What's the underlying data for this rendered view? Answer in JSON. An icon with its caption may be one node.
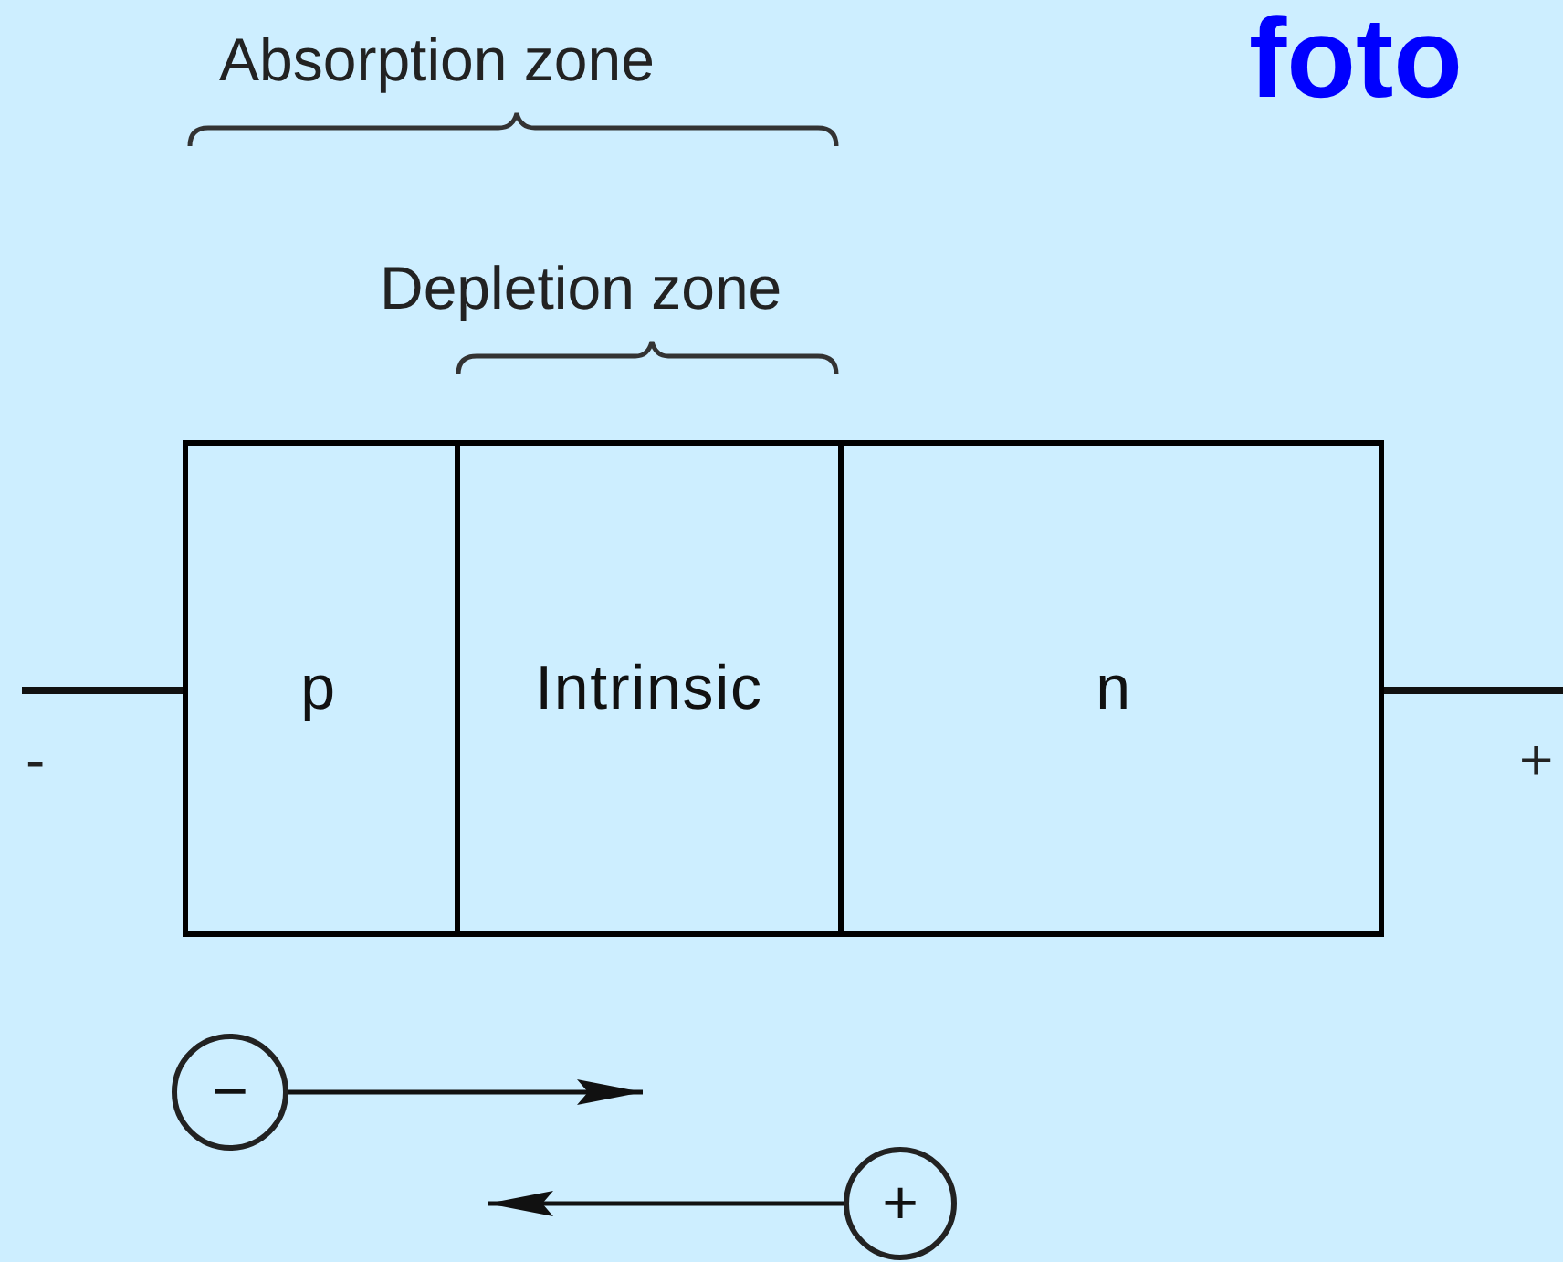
{
  "diagram": {
    "title": "foto",
    "nodes": [
      {
        "text": [],
        "shape": "box"
      },
      {
        "text": [
          "p"
        ],
        "in": 0
      },
      {
        "text": [
          "Intrinsic"
        ],
        "in": 0
      },
      {
        "text": [
          "n"
        ],
        "in": 0
      },
      {
        "text": [
          "−"
        ]
      },
      {
        "text": [
          "+"
        ]
      }
    ],
    "edges": [
      {
        "from": null,
        "to": 0,
        "arrow": "none"
      },
      {
        "from": 0,
        "to": null,
        "arrow": "none"
      },
      {
        "from": 4,
        "to": null,
        "arrow": "to"
      },
      {
        "from": 5,
        "to": null,
        "arrow": "to"
      }
    ],
    "labels": [
      "Absorption zone",
      "Depletion zone",
      "-",
      "+"
    ]
  }
}
